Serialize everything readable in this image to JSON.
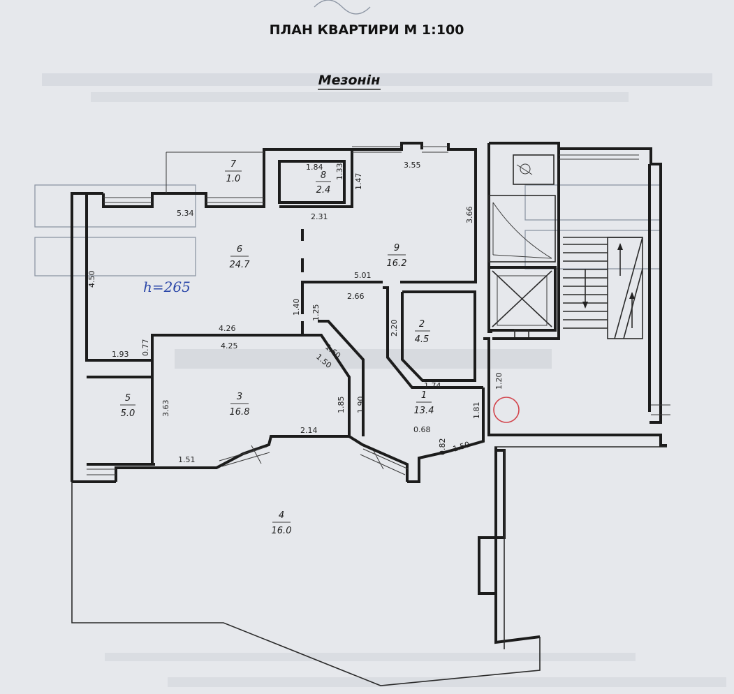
{
  "title": "ПЛАН КВАРТИРИ М 1:100",
  "subtitle": "Мезонін",
  "ceiling_note": "h=265",
  "rooms": [
    {
      "num": "1",
      "area": "13.4"
    },
    {
      "num": "2",
      "area": "4.5"
    },
    {
      "num": "3",
      "area": "16.8"
    },
    {
      "num": "4",
      "area": "16.0"
    },
    {
      "num": "5",
      "area": "5.0"
    },
    {
      "num": "6",
      "area": "24.7"
    },
    {
      "num": "7",
      "area": "1.0"
    },
    {
      "num": "8",
      "area": "2.4"
    },
    {
      "num": "9",
      "area": "16.2"
    }
  ],
  "dims": {
    "d184": "1.84",
    "d133": "1.33",
    "d147": "1.47",
    "d355": "3.55",
    "d534": "5.34",
    "d231": "2.31",
    "d366": "3.66",
    "d450": "4.50",
    "d501": "5.01",
    "d266": "2.66",
    "d140": "1.40",
    "d125": "1.25",
    "d220": "2.20",
    "d426": "4.26",
    "d425": "4.25",
    "d160": "1.60",
    "d150a": "1.50",
    "d193": "1.93",
    "d077": "0.77",
    "d174": "1.74",
    "d120": "1.20",
    "d363": "3.63",
    "d185": "1.85",
    "d190": "1.90",
    "d181": "1.81",
    "d214": "2.14",
    "d068": "0.68",
    "d082": "0.82",
    "d150b": "1.50",
    "d151": "1.51"
  },
  "colors": {
    "wall": "#1c1c1c",
    "stamp": "#7f8896",
    "marker": "#d2434b",
    "handwriting": "#2a46a8"
  }
}
